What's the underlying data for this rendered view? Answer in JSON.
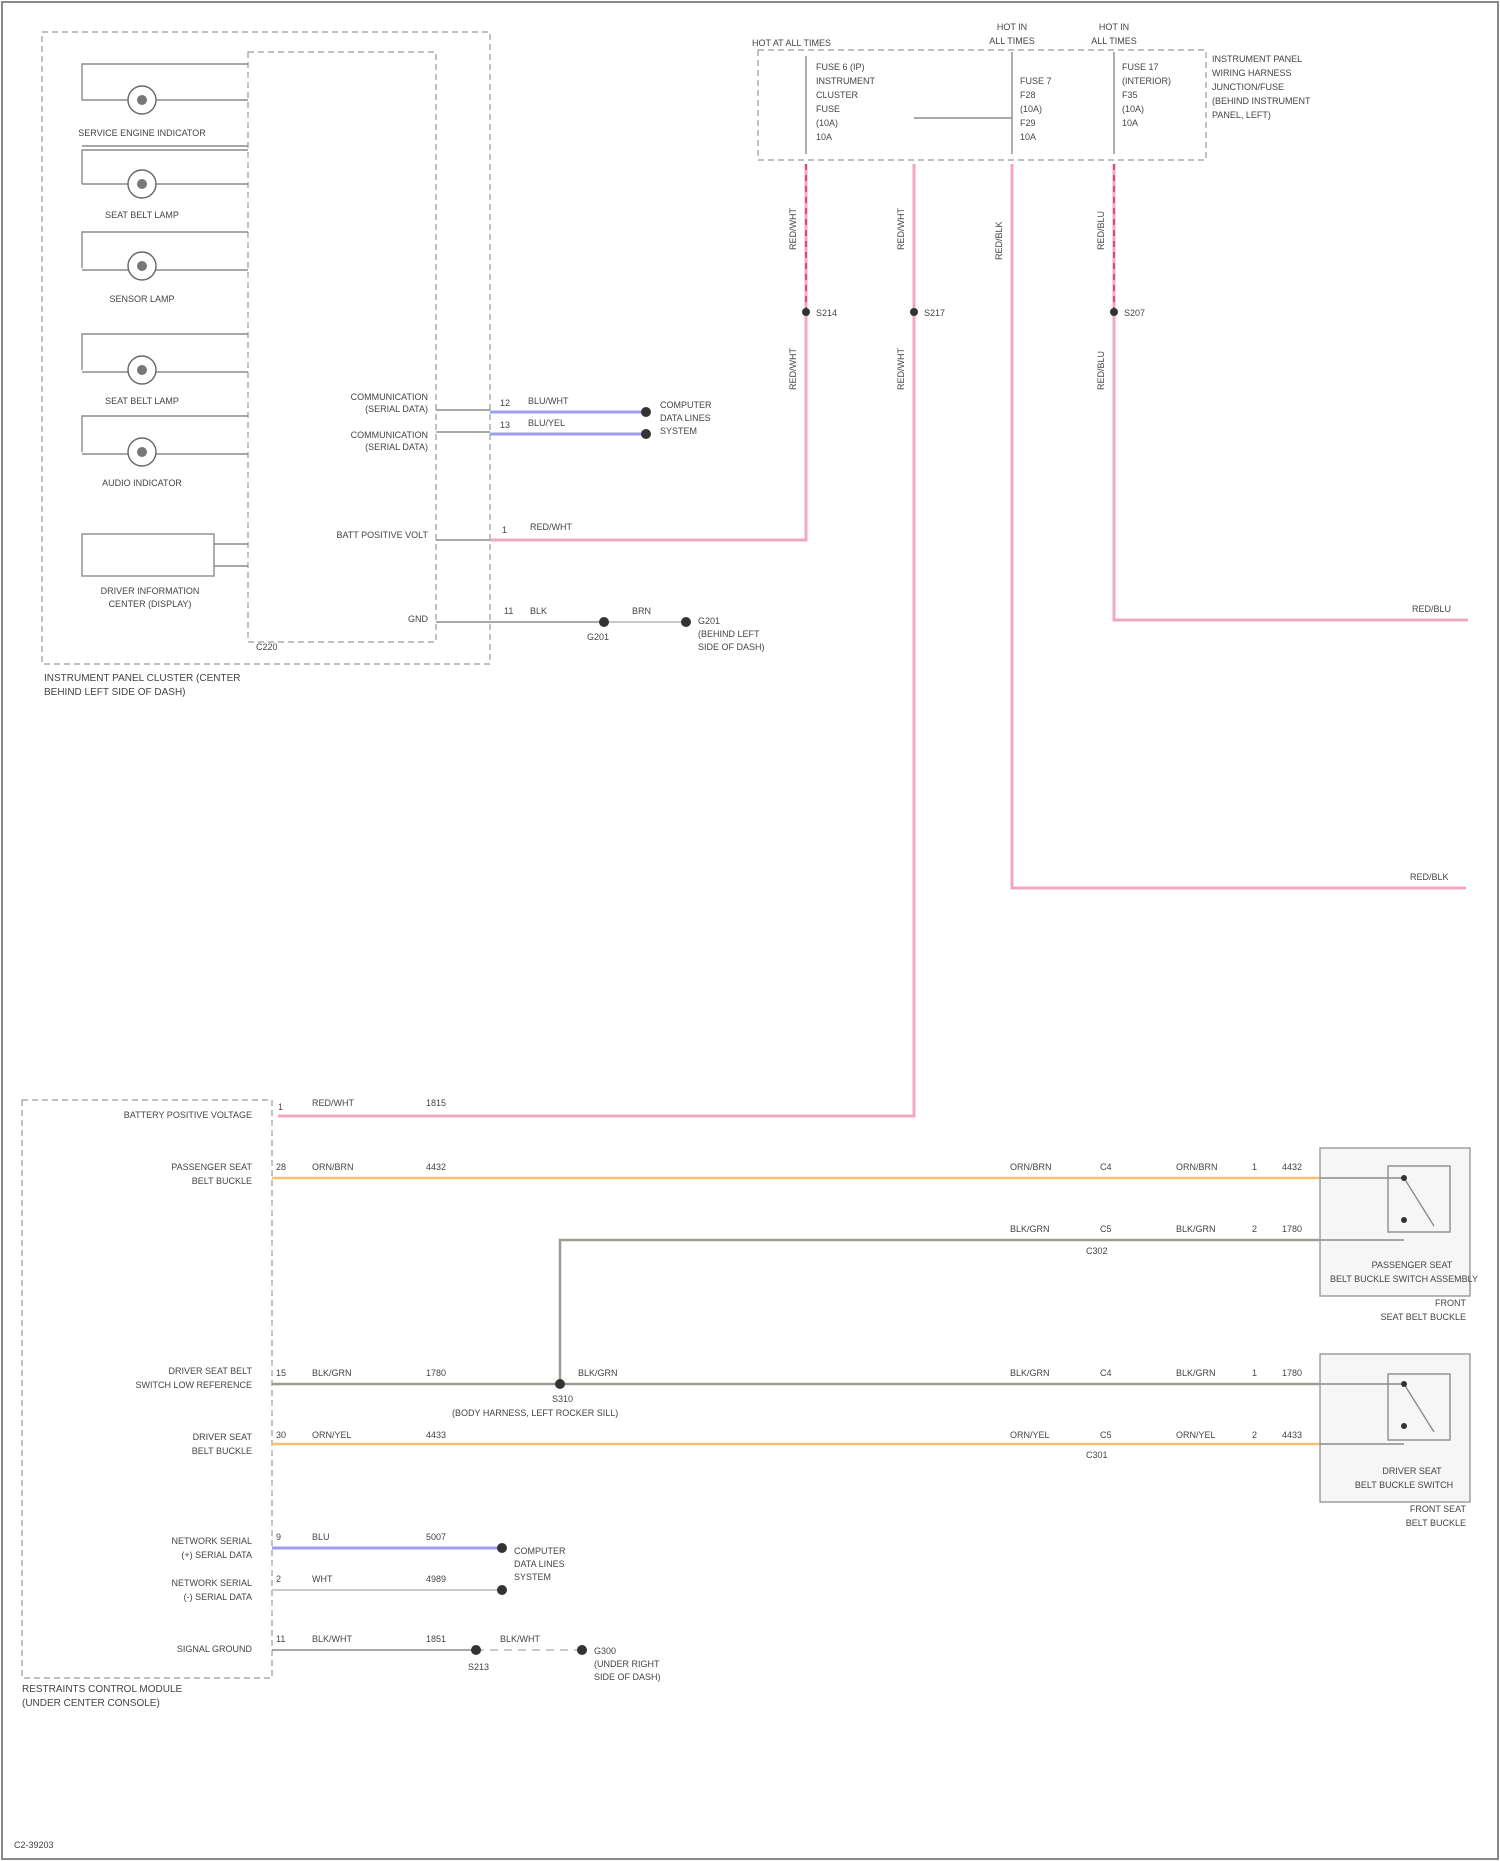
{
  "frame": {
    "border_color": "#888888",
    "footer_code": "C2-39203"
  },
  "colors": {
    "wire_pink": "#f0a8bc",
    "wire_red_dashed": "#e04870",
    "wire_orange": "#f5c070",
    "wire_gray": "#a09a90",
    "wire_blue": "#9c9cf0"
  },
  "ipc": {
    "module_label_1": "INSTRUMENT PANEL CLUSTER (CENTER",
    "module_label_2": "BEHIND LEFT SIDE OF DASH)",
    "connector": "C220",
    "lamps": [
      {
        "label": "SERVICE ENGINE INDICATOR",
        "icon": "indicator-lamp-icon"
      },
      {
        "label": "SEAT BELT LAMP",
        "icon": "indicator-lamp-icon"
      },
      {
        "label": "SENSOR LAMP",
        "icon": "indicator-lamp-icon"
      },
      {
        "label": "SEAT BELT LAMP",
        "icon": "indicator-lamp-icon"
      },
      {
        "label": "AUDIO INDICATOR",
        "icon": "indicator-lamp-icon"
      }
    ],
    "info_center_1": "DRIVER INFORMATION",
    "info_center_2": "CENTER (DISPLAY)",
    "pins": {
      "can_high_1": "COMMUNICATION",
      "can_high_2": "(SERIAL DATA)",
      "can_low_1": "COMMUNICATION",
      "can_low_2": "(SERIAL DATA)",
      "battery": "BATT POSITIVE VOLT",
      "ground": "GND"
    },
    "pin_numbers": {
      "can_high": "12",
      "can_low": "13",
      "battery": "1",
      "ground": "11"
    },
    "wire_labels": {
      "can_high": "BLU/WHT",
      "can_low": "BLU/YEL",
      "battery": "RED/WHT",
      "ground": "BLK",
      "ground_after": "BRN"
    },
    "can_dest_1": "COMPUTER",
    "can_dest_2": "DATA LINES",
    "can_dest_3": "SYSTEM",
    "ground_splice": "G201",
    "ground_dest_1": "G201",
    "ground_dest_2": "(BEHIND LEFT",
    "ground_dest_3": "SIDE OF DASH)"
  },
  "fuse_panel": {
    "title": "HOT AT ALL TIMES",
    "hot_1_a": "HOT IN",
    "hot_1_b": "ALL TIMES",
    "hot_2_a": "HOT IN",
    "hot_2_b": "ALL TIMES",
    "fuses_1": [
      "FUSE 6 (IP)",
      "INSTRUMENT",
      "CLUSTER",
      "FUSE",
      "(10A)",
      "10A"
    ],
    "fuses_2": [
      "FUSE 7",
      "F28",
      "(10A)",
      "F29",
      "10A"
    ],
    "fuses_3": [
      "FUSE 17",
      "(INTERIOR)",
      "F35",
      "(10A)",
      "10A"
    ],
    "desc_1": "INSTRUMENT PANEL",
    "desc_2": "WIRING HARNESS",
    "desc_3": "JUNCTION/FUSE",
    "desc_4": "(BEHIND INSTRUMENT",
    "desc_5": "PANEL, LEFT)",
    "wire_labels": [
      "RED/WHT",
      "RED/WHT",
      "RED/BLK",
      "RED/BLU"
    ],
    "splices": [
      "S214",
      "S217",
      "S207"
    ],
    "offpage_1": "RED/BLU",
    "offpage_2": "RED/BLK"
  },
  "rcm": {
    "module_label_1": "RESTRAINTS CONTROL MODULE",
    "module_label_2": "(UNDER CENTER CONSOLE)",
    "pins": {
      "battery": "BATTERY POSITIVE VOLTAGE",
      "pass_buckle_1": "PASSENGER SEAT",
      "pass_buckle_2": "BELT BUCKLE",
      "driver_return_1": "DRIVER SEAT BELT",
      "driver_return_2": "SWITCH LOW REFERENCE",
      "driver_buckle_1": "DRIVER SEAT",
      "driver_buckle_2": "BELT BUCKLE",
      "can_high_1": "NETWORK SERIAL",
      "can_high_2": "(+) SERIAL DATA",
      "can_low_1": "NETWORK SERIAL",
      "can_low_2": "(-) SERIAL DATA",
      "ground": "SIGNAL GROUND"
    },
    "pin_numbers": {
      "battery": "1",
      "pass_buckle": "28",
      "driver_return": "15",
      "driver_buckle": "30",
      "can_high": "9",
      "can_low": "2",
      "ground": "11"
    },
    "wire_labels": {
      "battery": "RED/WHT",
      "battery_size": "1815",
      "pass_buckle": "ORN/BRN",
      "pass_buckle_size": "4432",
      "driver_return": "BLK/GRN",
      "driver_return_size": "1780",
      "driver_buckle": "ORN/YEL",
      "driver_buckle_size": "4433",
      "can_high": "BLU",
      "can_high_size": "5007",
      "can_low": "WHT",
      "can_low_size": "4989",
      "ground": "BLK/WHT",
      "ground_size": "1851"
    },
    "can_dest_1": "COMPUTER",
    "can_dest_2": "DATA LINES",
    "can_dest_3": "SYSTEM",
    "ground_splice": "S213",
    "ground_dest_1": "G300",
    "ground_dest_2": "(UNDER RIGHT",
    "ground_dest_3": "SIDE OF DASH)",
    "shared_splice": "S310",
    "shared_note": "(BODY HARNESS, LEFT ROCKER SILL)"
  },
  "switches": {
    "passenger": {
      "label_1": "PASSENGER SEAT",
      "label_2": "BELT BUCKLE SWITCH ASSEMBLY",
      "sub_1": "FRONT",
      "sub_2": "SEAT BELT BUCKLE",
      "wire_a": "ORN/BRN",
      "wire_b": "BLK/GRN",
      "conn_a": "C4",
      "conn_b": "C5",
      "pin_a": "1",
      "pin_b": "2",
      "size_a": "4432",
      "size_b": "1780",
      "inline_a": "C302",
      "inline_b": "C302"
    },
    "driver": {
      "label_1": "DRIVER SEAT",
      "label_2": "BELT BUCKLE SWITCH",
      "sub_1": "FRONT SEAT",
      "sub_2": "BELT BUCKLE",
      "wire_a": "BLK/GRN",
      "wire_b": "ORN/YEL",
      "conn_a": "C4",
      "conn_b": "C5",
      "pin_a": "1",
      "pin_b": "2",
      "size_a": "1780",
      "size_b": "4433",
      "inline_a": "C301",
      "inline_b": "C301"
    }
  }
}
